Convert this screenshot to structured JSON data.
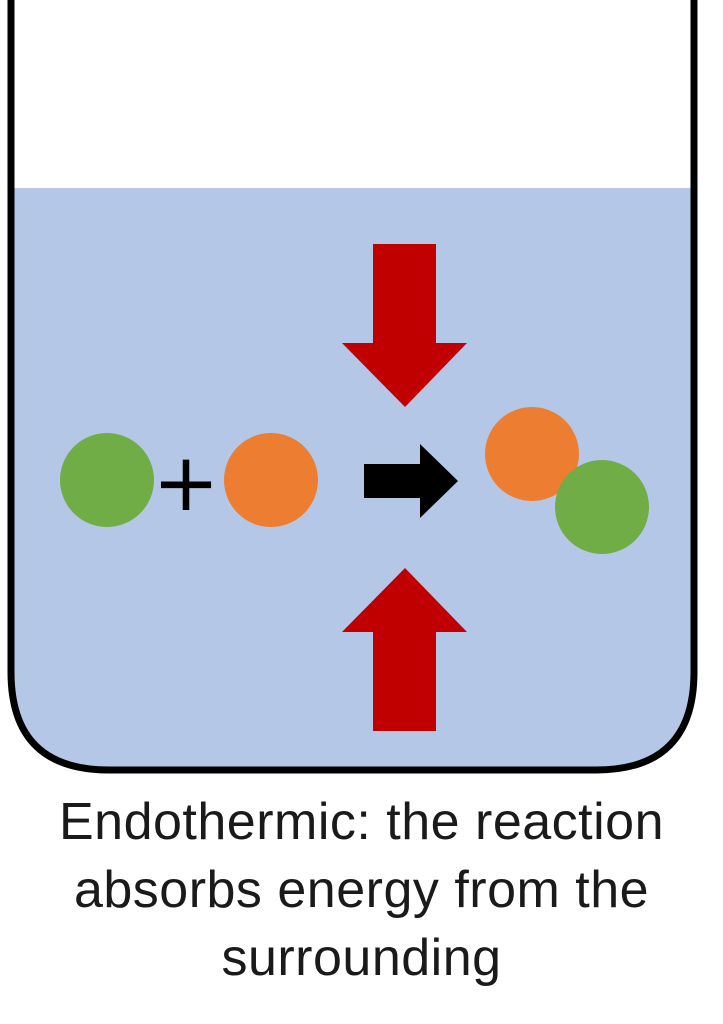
{
  "diagram": {
    "plus_symbol": "+",
    "colors": {
      "liquid": "#b4c7e7",
      "beaker_outline": "#000000",
      "reactant_green": "#70ad47",
      "reactant_orange": "#ed7d31",
      "energy_arrow": "#c00000",
      "reaction_arrow": "#000000"
    },
    "icons": [
      "energy-in-arrow-icon",
      "reaction-arrow-icon"
    ]
  },
  "caption": {
    "line1": "Endothermic: the reaction",
    "line2": "absorbs energy from the",
    "line3": "surrounding"
  }
}
